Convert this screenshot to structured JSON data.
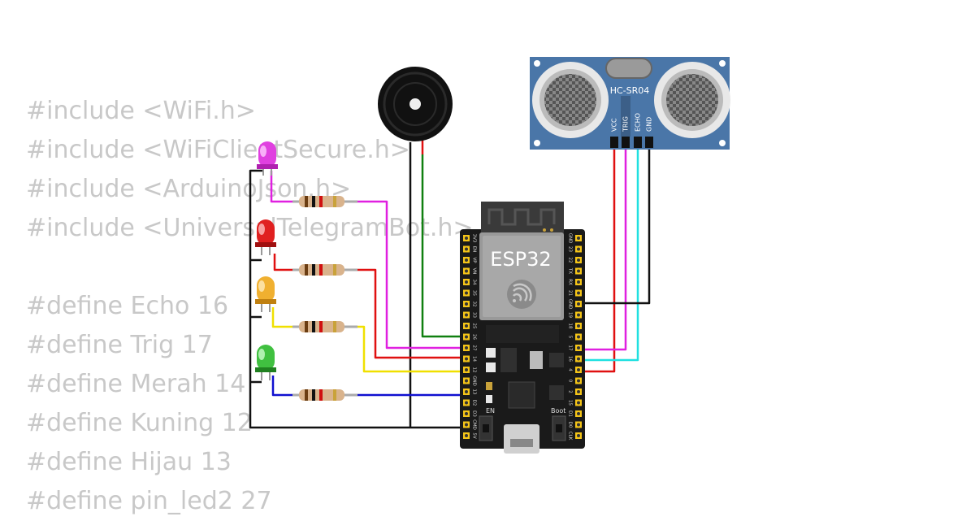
{
  "code_lines": [
    "#include <WiFi.h>",
    "#include <WiFiClientSecure.h>",
    "#include <ArduinoJson.h>",
    "#include <UniversalTelegramBot.h>",
    "",
    "#define Echo 16",
    "#define Trig 17",
    "#define Merah 14",
    "#define Kuning 12",
    "#define Hijau 13",
    "#define pin_led2 27"
  ],
  "board": {
    "name": "ESP32",
    "en_label": "EN",
    "boot_label": "Boot",
    "left_pins": [
      "3V3",
      "EN",
      "VP",
      "VN",
      "34",
      "35",
      "32",
      "33",
      "25",
      "26",
      "27",
      "14",
      "12",
      "GND",
      "13",
      "D2",
      "D3",
      "CMD",
      "5V"
    ],
    "right_pins": [
      "GND",
      "23",
      "22",
      "TX",
      "RX",
      "21",
      "GND",
      "19",
      "18",
      "5",
      "17",
      "16",
      "4",
      "0",
      "2",
      "15",
      "D1",
      "D0",
      "CLK"
    ]
  },
  "sensor": {
    "name": "HC-SR04",
    "pins": [
      "VCC",
      "TRIG",
      "ECHO",
      "GND"
    ]
  },
  "colors": {
    "magenta": "#e020e0",
    "red": "#e01010",
    "yellow": "#f0e000",
    "blue": "#1010d0",
    "green": "#108010",
    "cyan": "#20e0e0",
    "black": "#111111",
    "board": "#1a1a1a",
    "sensor": "#4a76a8"
  },
  "icons": [
    "buzzer-icon",
    "led-magenta-icon",
    "led-red-icon",
    "led-yellow-icon",
    "led-green-icon",
    "resistor-icon",
    "wifi-logo-icon",
    "usb-port-icon"
  ]
}
